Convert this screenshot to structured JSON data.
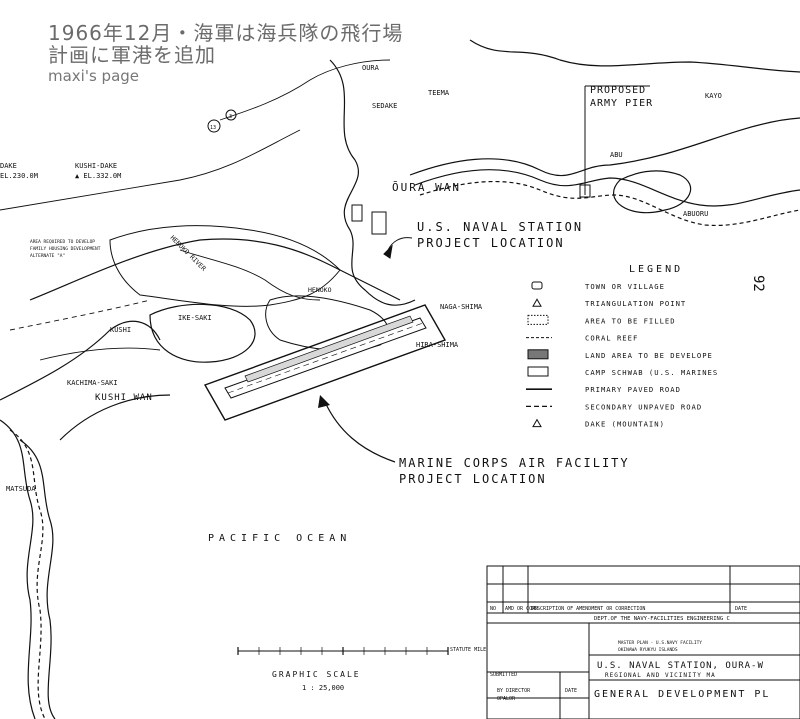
{
  "overlay": {
    "line1": "1966年12月・海軍は海兵隊の飛行場",
    "line2": "計画に軍港を追加",
    "line3": "maxi's page"
  },
  "labels": {
    "oura": "OURA",
    "teema": "TEEMA",
    "sedake": "SEDAKE",
    "kayo": "KAYO",
    "abu": "ABU",
    "abuoru": "ABUORU",
    "dake": "DAKE",
    "kushi_dake": "KUSHI-DAKE",
    "el_230": "EL.230.0M",
    "el_332": "▲ EL.332.0M",
    "oura_wan": "ŌURA WAN",
    "naval_station_1": "U.S. NAVAL STATION",
    "naval_station_2": "PROJECT LOCATION",
    "proposed_pier_1": "PROPOSED",
    "proposed_pier_2": "ARMY PIER",
    "housing_1": "AREA REQUIRED TO DEVELOP",
    "housing_2": "FAMILY HOUSING DEVELOPMENT",
    "housing_3": "ALTERNATE \"A\"",
    "henoko_river": "HENOKO RIVER",
    "henoko": "HENOKO",
    "naga_shima": "NAGA-SHIMA",
    "hira_shima": "HIRA-SHIMA",
    "ike_saki": "IKE-SAKI",
    "kushi": "KUSHI",
    "kachima_saki": "KACHIMA-SAKI",
    "kushi_wan": "KUSHI WAN",
    "matsuda": "MATSUDA",
    "marine_1": "MARINE CORPS AIR FACILITY",
    "marine_2": "PROJECT LOCATION",
    "pacific": "PACIFIC OCEAN",
    "page_num": "92",
    "route_13": "13",
    "route_3": "3"
  },
  "legend": {
    "title": "LEGEND",
    "items": [
      {
        "symbol": "village",
        "label": "TOWN OR VILLAGE"
      },
      {
        "symbol": "triangle",
        "label": "TRIANGULATION POINT"
      },
      {
        "symbol": "dotted-box",
        "label": "AREA TO BE FILLED"
      },
      {
        "symbol": "reef",
        "label": "CORAL REEF"
      },
      {
        "symbol": "hatched-box",
        "label": "LAND AREA TO BE DEVELOPE"
      },
      {
        "symbol": "box",
        "label": "CAMP SCHWAB (U.S. MARINES"
      },
      {
        "symbol": "solid-line",
        "label": "PRIMARY PAVED ROAD"
      },
      {
        "symbol": "dashed-line",
        "label": "SECONDARY UNPAVED ROAD"
      },
      {
        "symbol": "triangle",
        "label": "DAKE (MOUNTAIN)"
      }
    ]
  },
  "scale": {
    "title": "GRAPHIC SCALE",
    "ratio": "1 : 25,000",
    "unit": "STATUTE MILE"
  },
  "title_block": {
    "col_no": "NO",
    "col_amd": "AMD OR CORR",
    "col_desc": "DESCRIPTION OF AMENDMENT OR CORRECTION",
    "col_date": "DATE",
    "dept": "DEPT.OF THE NAVY-FACILITIES ENGINEERING C",
    "plan_1": "MASTER PLAN - U.S.NAVY FACILITY",
    "plan_2": "OKINAWA    RYUKYU ISLANDS",
    "station": "U.S. NAVAL STATION, OURA-W",
    "regional": "REGIONAL AND VICINITY MA",
    "general": "GENERAL DEVELOPMENT PL",
    "submitted": "SUBMITTED",
    "director": "BY DIRECTOR",
    "date_label": "DATE",
    "opalor": "OPALOR"
  },
  "colors": {
    "ink": "#111111",
    "overlay_text": "#6b6b6b",
    "paper": "#ffffff"
  }
}
